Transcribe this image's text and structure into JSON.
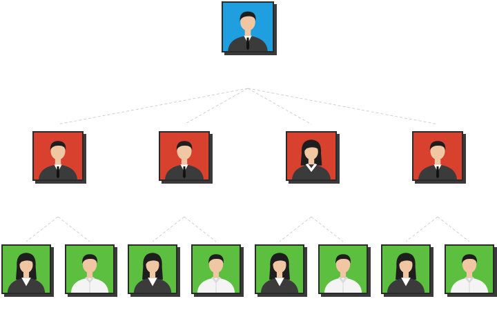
{
  "colors": {
    "ceo": "#1f9ee0",
    "manager": "#d9412f",
    "staff": "#5cbf3f",
    "connector": "#cfcfcf"
  },
  "org": {
    "root": {
      "avatar": "male-icon",
      "tier": "ceo",
      "label": [
        "",
        ""
      ]
    },
    "managers": [
      {
        "avatar": "male-icon",
        "tier": "manager",
        "label": [
          "",
          ""
        ],
        "reports": [
          {
            "avatar": "female-icon",
            "tier": "staff",
            "label": [
              "",
              ""
            ]
          },
          {
            "avatar": "male-shirt-icon",
            "tier": "staff",
            "label": [
              "",
              ""
            ]
          }
        ]
      },
      {
        "avatar": "male-icon",
        "tier": "manager",
        "label": [
          "",
          ""
        ],
        "reports": [
          {
            "avatar": "female-icon",
            "tier": "staff",
            "label": [
              "",
              ""
            ]
          },
          {
            "avatar": "male-shirt-icon",
            "tier": "staff",
            "label": [
              "",
              ""
            ]
          }
        ]
      },
      {
        "avatar": "female-suit-icon",
        "tier": "manager",
        "label": [
          ""
        ],
        "reports": [
          {
            "avatar": "female-icon",
            "tier": "staff",
            "label": [
              "",
              ""
            ]
          },
          {
            "avatar": "male-shirt-icon",
            "tier": "staff",
            "label": [
              "",
              ""
            ]
          }
        ]
      },
      {
        "avatar": "male-icon",
        "tier": "manager",
        "label": [
          "",
          ""
        ],
        "reports": [
          {
            "avatar": "female-icon",
            "tier": "staff",
            "label": [
              "",
              ""
            ]
          },
          {
            "avatar": "male-shirt-icon",
            "tier": "staff",
            "label": [
              "",
              ""
            ]
          }
        ]
      }
    ]
  }
}
